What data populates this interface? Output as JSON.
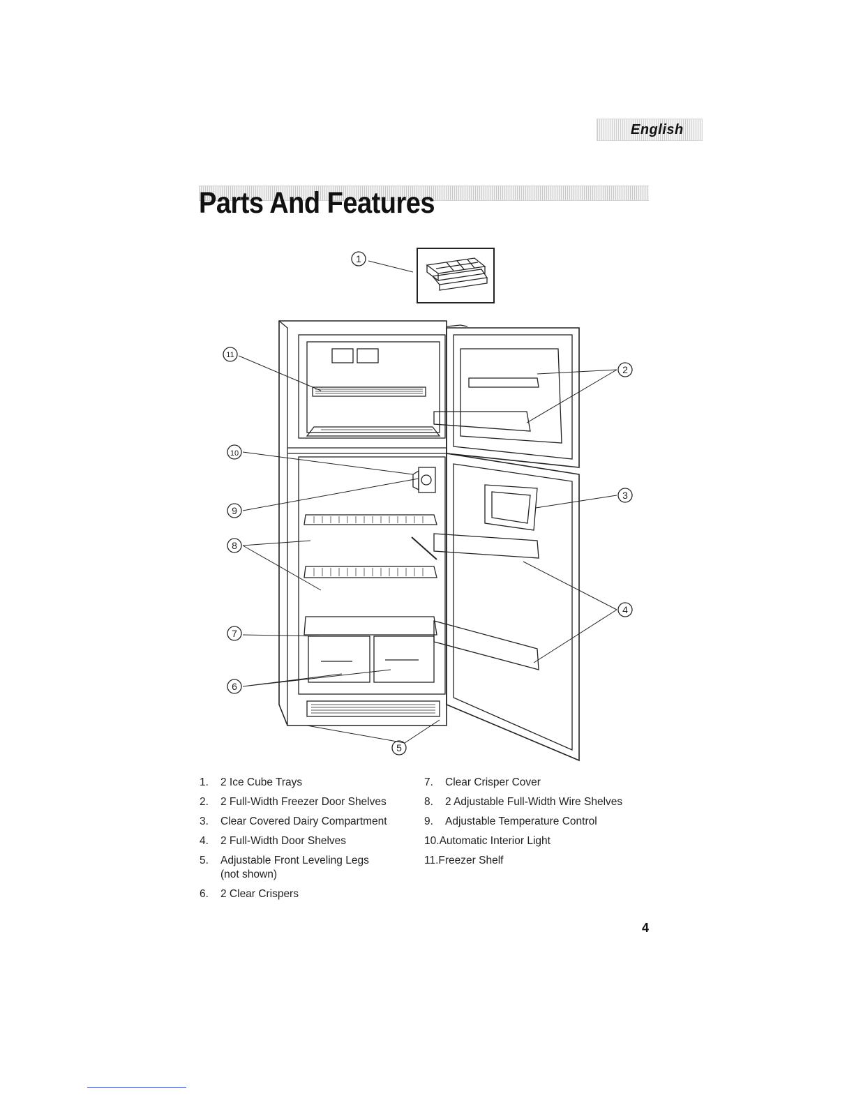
{
  "language_tab": "English",
  "title": "Parts And Features",
  "callouts": [
    "1",
    "2",
    "3",
    "4",
    "5",
    "6",
    "7",
    "8",
    "9",
    "10",
    "11"
  ],
  "legend_left": [
    {
      "num": "1.",
      "text": "2 Ice Cube Trays"
    },
    {
      "num": "2.",
      "text": "2 Full-Width Freezer Door Shelves"
    },
    {
      "num": "3.",
      "text": "Clear Covered Dairy Compartment"
    },
    {
      "num": "4.",
      "text": "2 Full-Width Door Shelves"
    },
    {
      "num": "5.",
      "text": "Adjustable Front Leveling Legs (not shown)"
    },
    {
      "num": "6.",
      "text": "2 Clear Crispers"
    }
  ],
  "legend_right": [
    {
      "num": "7.",
      "text": "Clear Crisper Cover"
    },
    {
      "num": "8.",
      "text": "2 Adjustable Full-Width Wire Shelves"
    },
    {
      "num": "9.",
      "text": "Adjustable Temperature Control"
    },
    {
      "num": "10.",
      "text": "Automatic Interior Light"
    },
    {
      "num": "11.",
      "text": "Freezer Shelf"
    }
  ],
  "page_number": "4"
}
